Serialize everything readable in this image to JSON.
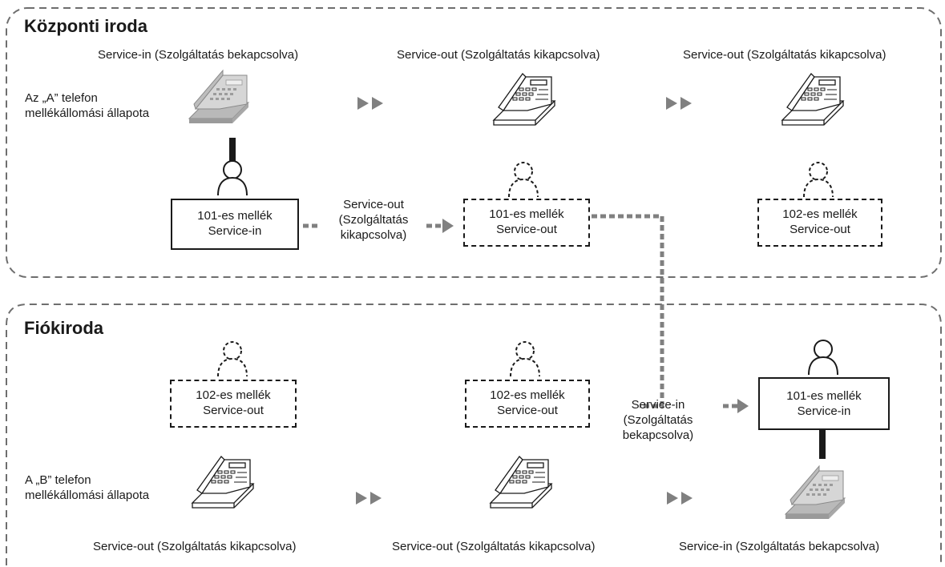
{
  "central": {
    "title": "Központi iroda",
    "phone_status_label": "Az „A” telefon\nmellékállomási állapota",
    "phone_captions": [
      "Service-in (Szolgáltatás bekapcsolva)",
      "Service-out (Szolgáltatás kikapcsolva)",
      "Service-out (Szolgáltatás kikapcsolva)"
    ],
    "extensions": [
      {
        "name": "101-es mellék",
        "status": "Service-in"
      },
      {
        "name": "101-es mellék",
        "status": "Service-out"
      },
      {
        "name": "102-es mellék",
        "status": "Service-out"
      }
    ],
    "transition_label": "Service-out\n(Szolgáltatás\nkikapcsolva)"
  },
  "branch": {
    "title": "Fiókiroda",
    "phone_status_label": "A „B” telefon\nmellékállomási állapota",
    "phone_captions": [
      "Service-out (Szolgáltatás kikapcsolva)",
      "Service-out (Szolgáltatás kikapcsolva)",
      "Service-in (Szolgáltatás bekapcsolva)"
    ],
    "extensions": [
      {
        "name": "102-es mellék",
        "status": "Service-out"
      },
      {
        "name": "102-es mellék",
        "status": "Service-out"
      },
      {
        "name": "101-es mellék",
        "status": "Service-in"
      }
    ],
    "transition_label": "Service-in\n(Szolgáltatás\nbekapcsolva)"
  },
  "colors": {
    "line": "#1a1a1a",
    "border_dashed": "#6e6e6e",
    "arrow": "#808080",
    "phone_active": "#c8c8c8",
    "phone_idle": "#ffffff"
  },
  "icons": [
    "office-phone-icon",
    "person-icon",
    "double-arrow-icon"
  ]
}
